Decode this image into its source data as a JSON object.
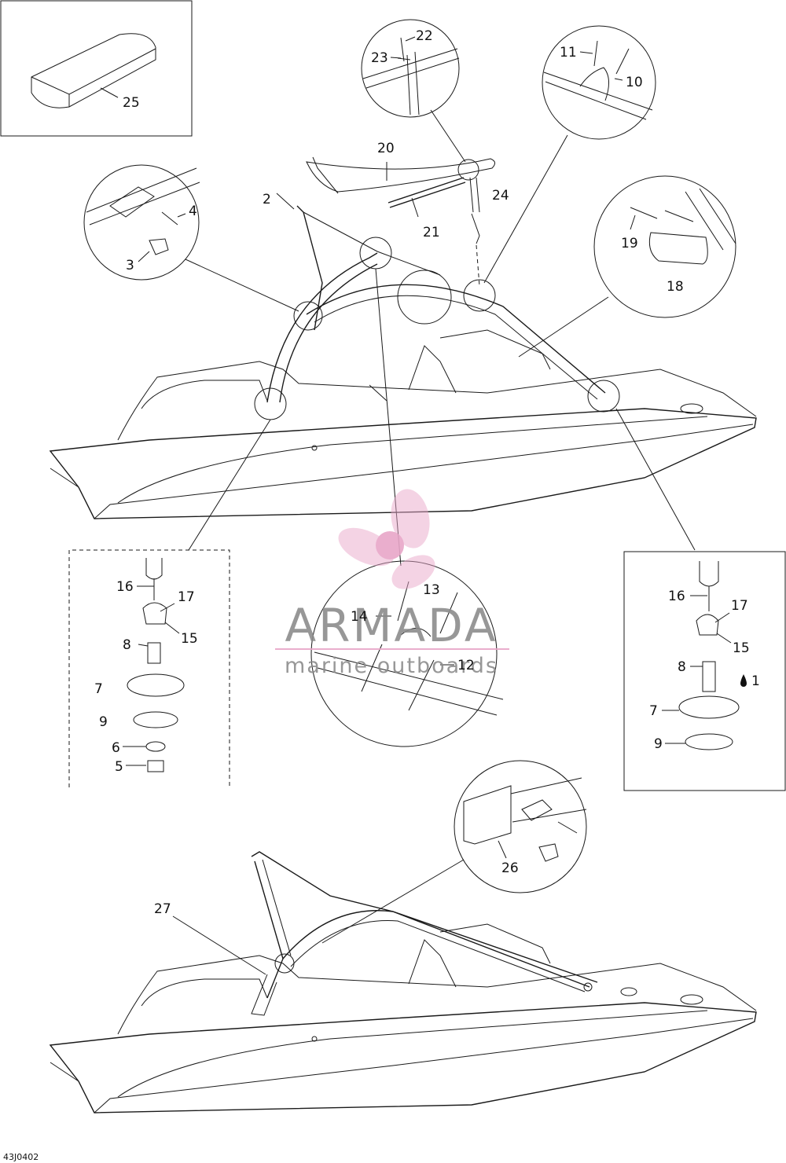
{
  "diagram_code": "43J0402",
  "watermark": {
    "brand": "ARMADA",
    "tagline": "marine outboards",
    "accent_color": "#e8a6c8",
    "text_color": "#8c8c8c"
  },
  "callouts": {
    "c1": "1",
    "c2": "2",
    "c3": "3",
    "c4": "4",
    "c5": "5",
    "c6": "6",
    "c7": "7",
    "c8": "8",
    "c9": "9",
    "c10": "10",
    "c11": "11",
    "c12": "12",
    "c13": "13",
    "c14": "14",
    "c15": "15",
    "c16": "16",
    "c17": "17",
    "c18": "18",
    "c19": "19",
    "c20": "20",
    "c21": "21",
    "c22": "22",
    "c23": "23",
    "c24": "24",
    "c25": "25",
    "c26": "26",
    "c27": "27"
  },
  "icons": {
    "loctite": "drop-icon"
  }
}
